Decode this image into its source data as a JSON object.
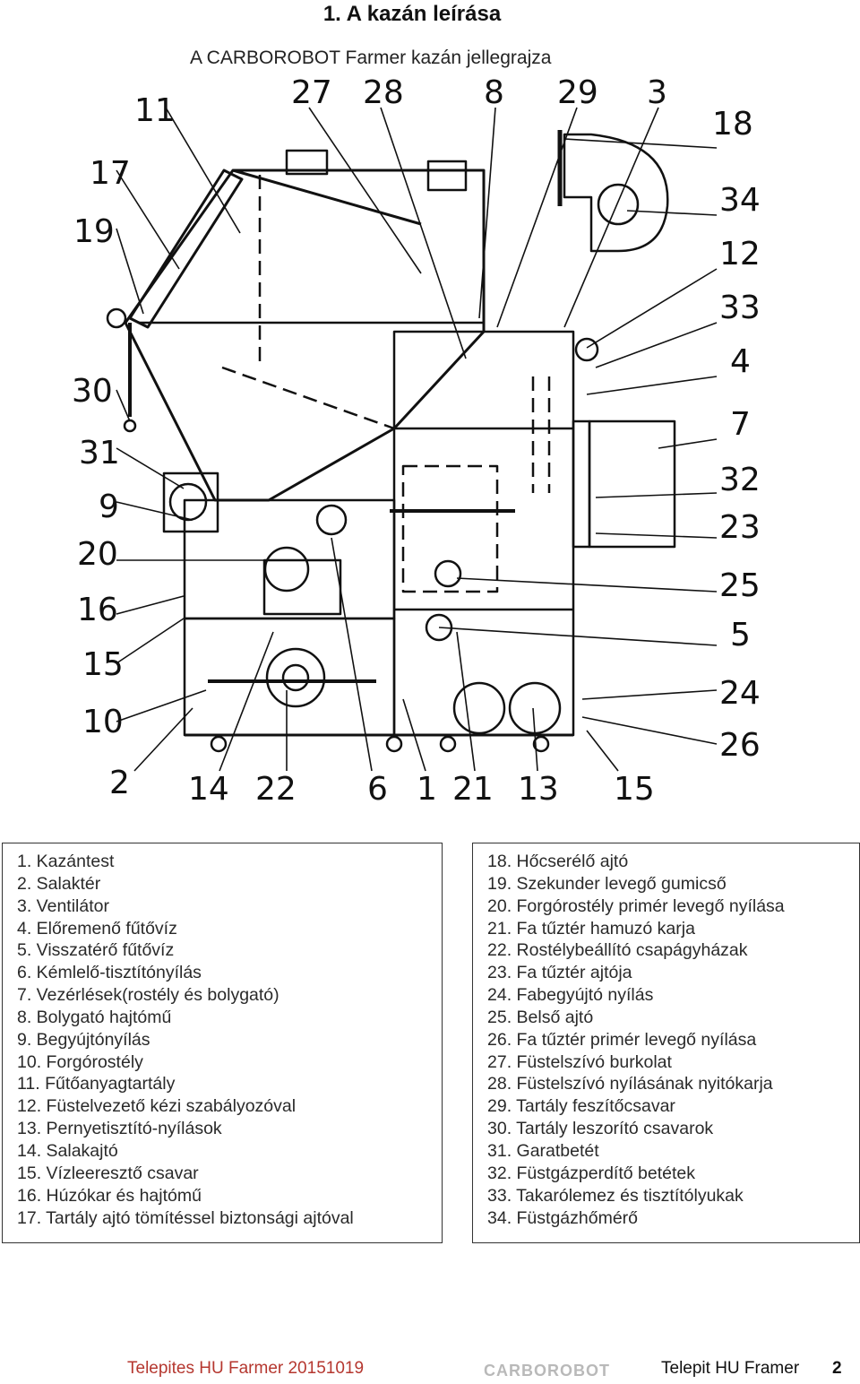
{
  "header": {
    "title": "1. A kazán leírása",
    "subtitle": "A CARBOROBOT Farmer kazán jellegrajza"
  },
  "diagram": {
    "callouts_top": [
      "11",
      "27",
      "28",
      "8",
      "29",
      "3"
    ],
    "callouts_left": [
      "17",
      "19",
      "30",
      "31",
      "9",
      "20",
      "16",
      "15",
      "10",
      "2"
    ],
    "callouts_right": [
      "18",
      "34",
      "12",
      "33",
      "4",
      "7",
      "32",
      "23",
      "25",
      "5",
      "24",
      "26"
    ],
    "callouts_bottom": [
      "14",
      "22",
      "6",
      "1",
      "21",
      "13",
      "15"
    ]
  },
  "legend_left": [
    "1. Kazántest",
    "2. Salaktér",
    "3. Ventilátor",
    "4. Előremenő fűtővíz",
    "5. Visszatérő fűtővíz",
    "6. Kémlelő-tisztítónyílás",
    "7. Vezérlések(rostély és bolygató)",
    "8. Bolygató hajtómű",
    "9. Begyújtónyílás",
    "10. Forgórostély",
    "11. Fűtőanyagtartály",
    "12. Füstelvezető kézi szabályozóval",
    "13. Pernyetisztító-nyílások",
    "14. Salakajtó",
    "15. Vízleeresztő csavar",
    "16. Húzókar és hajtómű",
    "17. Tartály ajtó tömítéssel biztonsági ajtóval"
  ],
  "legend_right": [
    "18. Hőcserélő ajtó",
    "19. Szekunder levegő gumicső",
    "20. Forgórostély primér levegő nyílása",
    "21. Fa tűztér hamuzó karja",
    "22. Rostélybeállító csapágyházak",
    "23. Fa tűztér ajtója",
    "24. Fabegyújtó nyílás",
    "25. Belső ajtó",
    "26. Fa tűztér primér levegő nyílása",
    "27. Füstelszívó burkolat",
    "28. Füstelszívó nyílásának nyitókarja",
    "29. Tartály feszítőcsavar",
    "30. Tartály leszorító csavarok",
    "31. Garatbetét",
    "32. Füstgázperdítő betétek",
    "33. Takarólemez és tisztítólyukak",
    "34. Füstgázhőmérő"
  ],
  "footer": {
    "left": "Telepites HU Farmer 20151019",
    "logo": "CARBOROBOT",
    "right": "Telepit  HU Framer",
    "page": "2"
  }
}
